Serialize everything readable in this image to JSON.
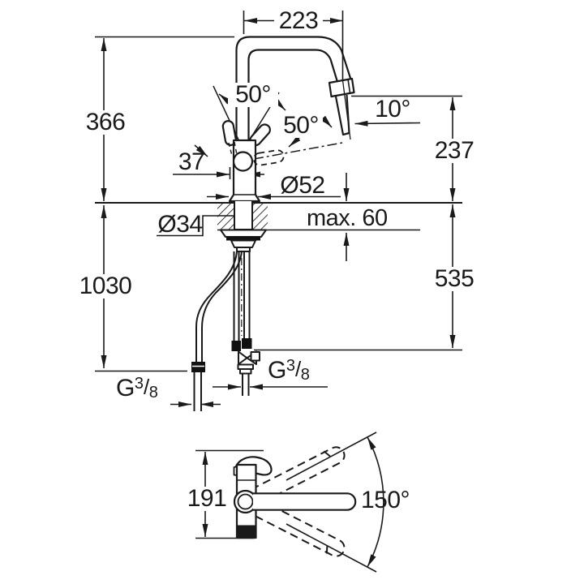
{
  "drawing_type": "technical-installation-drawing",
  "labels": {
    "reach": "223",
    "height_above": "366",
    "spout_height": "237",
    "below_counter": "535",
    "hose_length": "1030",
    "body_width": "37",
    "base_diameter": "Ø52",
    "hole_diameter": "Ø34",
    "max_counter": "max. 60",
    "handle_open_angle": "50°",
    "handle_travel_angle": "50°",
    "outlet_angle": "10°",
    "thread_g": "G",
    "thread_num": "3",
    "thread_slash": "/",
    "thread_den": "8",
    "top_view_height": "191",
    "swivel_range": "150°"
  },
  "colors": {
    "line": "#1a1a1a",
    "background": "#ffffff"
  }
}
